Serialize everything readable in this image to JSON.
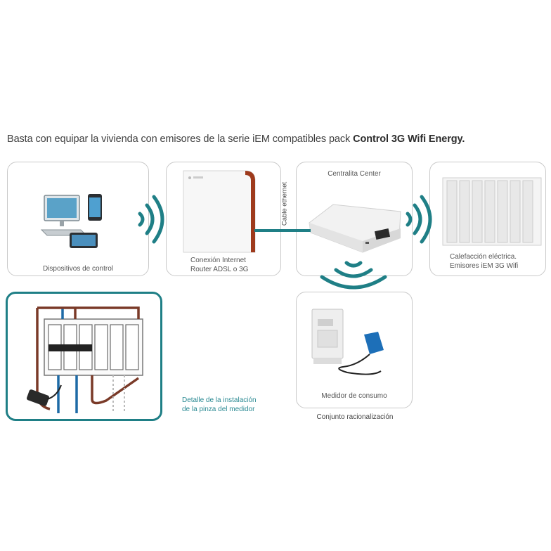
{
  "headline": {
    "prefix": "Basta con equipar la vivienda con emisores de la serie iEM compatibles pack ",
    "bold": "Control 3G Wifi Energy."
  },
  "boxes": {
    "devices": {
      "label": "Dispositivos de control"
    },
    "router": {
      "line1": "Conexión Internet",
      "line2": "Router ADSL o 3G"
    },
    "center": {
      "title": "Centralita Center"
    },
    "heater": {
      "line1": "Calefacción eléctrica.",
      "line2": "Emisores iEM 3G Wifi"
    },
    "meter": {
      "label": "Medidor de consumo"
    }
  },
  "cable_label": "Cable ethernet",
  "detail_caption": {
    "line1": "Detalle de la instalación",
    "line2": "de la pinza del medidor"
  },
  "group_caption": "Conjunto racionalización",
  "colors": {
    "teal": "#1f7f86",
    "box_border": "#c9c9c9",
    "router_accent": "#9e3a1c",
    "wire_brown": "#7a3a28",
    "wire_blue": "#1e6aa6",
    "clamp_blue": "#1d6fb8"
  }
}
